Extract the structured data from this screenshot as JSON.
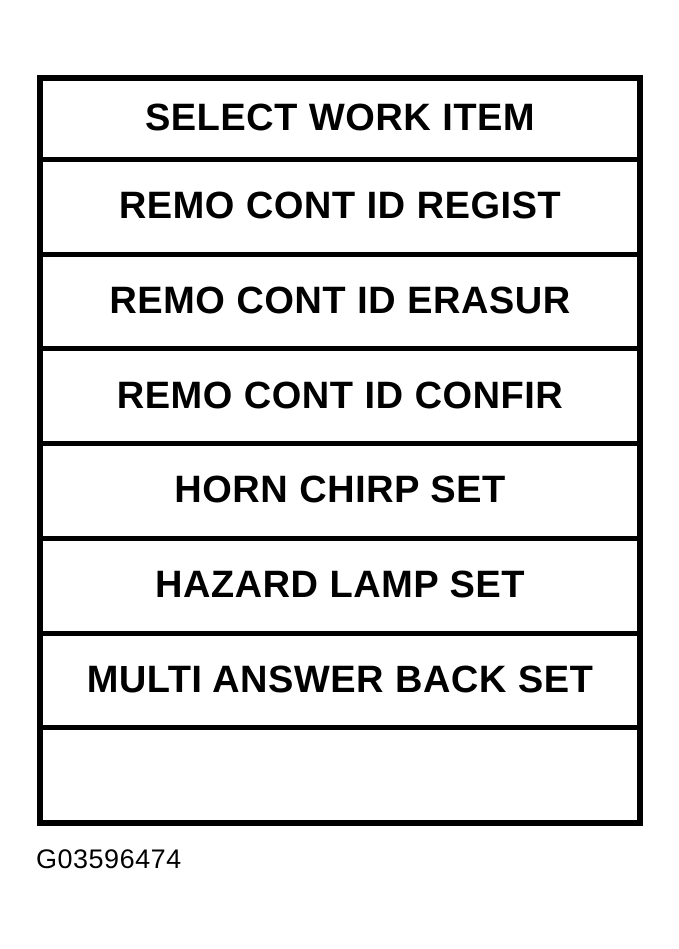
{
  "figure": {
    "menu": {
      "header": "SELECT WORK ITEM",
      "items": [
        {
          "label": "REMO CONT ID REGIST"
        },
        {
          "label": "REMO CONT ID ERASUR"
        },
        {
          "label": "REMO CONT ID CONFIR"
        },
        {
          "label": "HORN CHIRP SET"
        },
        {
          "label": "HAZARD LAMP SET"
        },
        {
          "label": "MULTI ANSWER BACK SET"
        },
        {
          "label": ""
        }
      ]
    },
    "caption": "G03596474",
    "colors": {
      "border": "#000000",
      "background": "#ffffff",
      "text": "#000000"
    }
  }
}
